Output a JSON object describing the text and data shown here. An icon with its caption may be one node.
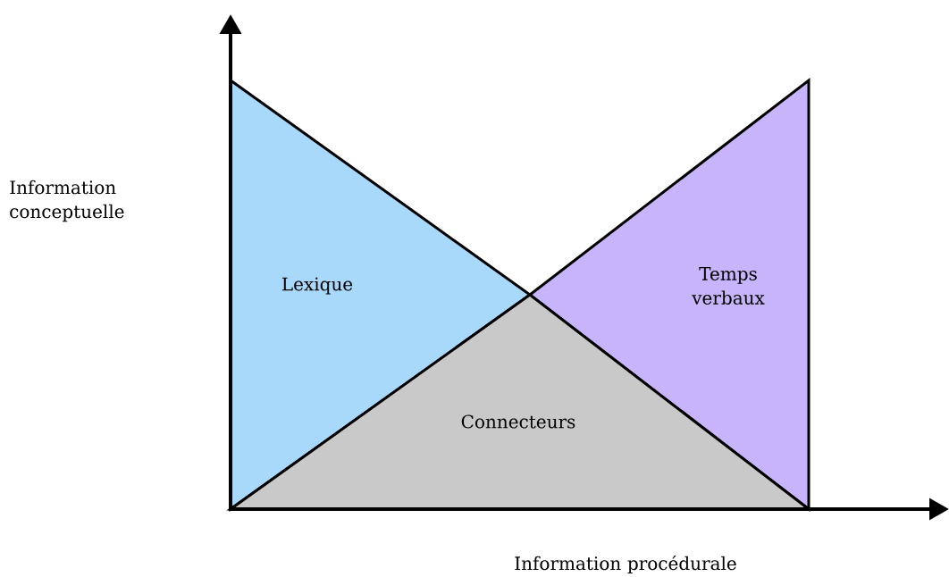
{
  "diagram": {
    "nodes": [
      {
        "text": [
          "Lexique"
        ]
      },
      {
        "text": [
          "Temps verbaux"
        ]
      },
      {
        "text": [
          "Connecteurs"
        ]
      }
    ],
    "labels": [
      "Information conceptuelle",
      "Information procédurale"
    ]
  }
}
